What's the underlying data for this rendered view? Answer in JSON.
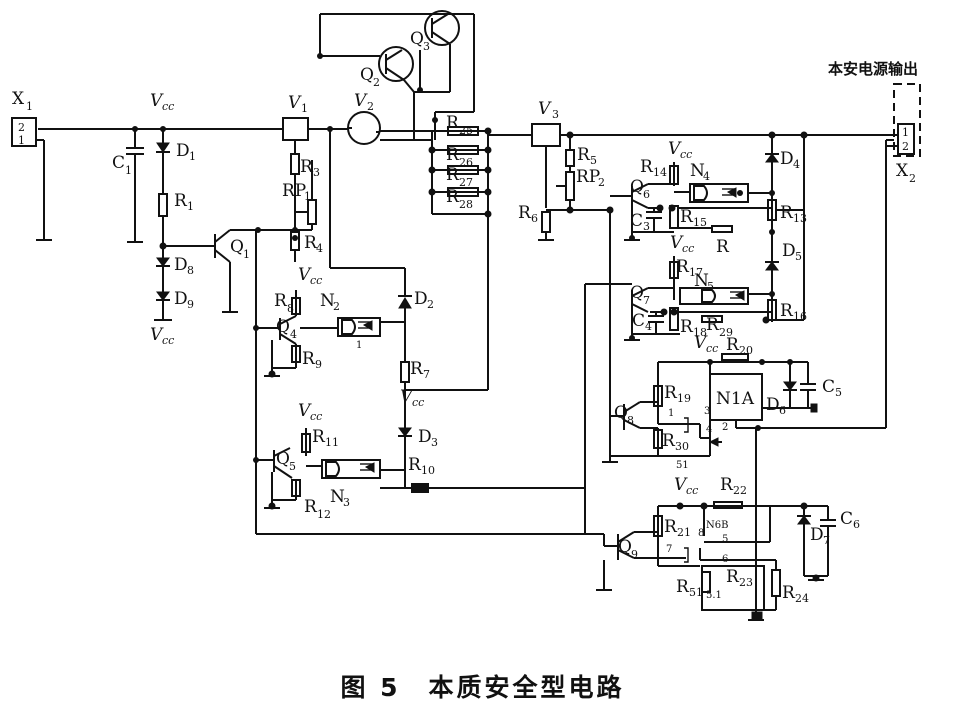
{
  "figure": {
    "caption_number": "图 5",
    "caption_title": "本质安全型电路",
    "output_label": "本安电源输出"
  },
  "labels": {
    "x1": "X",
    "x1_sub": "1",
    "x2": "X",
    "x2_sub": "2",
    "x1_pin_a": "2",
    "x1_pin_b": "1",
    "x2_pin_a": "1",
    "x2_pin_b": "2",
    "vcc": "V",
    "vcc_sub": "cc",
    "c1": "C",
    "c1_sub": "1",
    "d1": "D",
    "d1_sub": "1",
    "r1": "R",
    "r1_sub": "1",
    "d8": "D",
    "d8_sub": "8",
    "d9": "D",
    "d9_sub": "9",
    "q1": "Q",
    "q1_sub": "1",
    "v1": "V",
    "v1_sub": "1",
    "r3": "R",
    "r3_sub": "3",
    "rp1": "RP",
    "rp1_sub": "1",
    "r4": "R",
    "r4_sub": "4",
    "v2": "V",
    "v2_sub": "2",
    "q2": "Q",
    "q2_sub": "2",
    "q3": "Q",
    "q3_sub": "3",
    "r25": "R",
    "r25_sub": "25",
    "r26": "R",
    "r26_sub": "26",
    "r27": "R",
    "r27_sub": "27",
    "r28": "R",
    "r28_sub": "28",
    "d2": "D",
    "d2_sub": "2",
    "r8": "R",
    "r8_sub": "8",
    "n2": "N",
    "n2_sub": "2",
    "q4": "Q",
    "q4_sub": "4",
    "r9": "R",
    "r9_sub": "9",
    "r7": "R",
    "r7_sub": "7",
    "d3": "D",
    "d3_sub": "3",
    "r11": "R",
    "r11_sub": "11",
    "q5": "Q",
    "q5_sub": "5",
    "n3": "N",
    "n3_sub": "3",
    "r10": "R",
    "r10_sub": "10",
    "r12": "R",
    "r12_sub": "12",
    "v3": "V",
    "v3_sub": "3",
    "r5": "R",
    "r5_sub": "5",
    "rp2": "RP",
    "rp2_sub": "2",
    "r6": "R",
    "r6_sub": "6",
    "r14": "R",
    "r14_sub": "14",
    "n4": "N",
    "n4_sub": "4",
    "q6": "Q",
    "q6_sub": "6",
    "c3": "C",
    "c3_sub": "3",
    "r15": "R",
    "r15_sub": "15",
    "r_plain": "R",
    "d4": "D",
    "d4_sub": "4",
    "r13": "R",
    "r13_sub": "13",
    "d5": "D",
    "d5_sub": "5",
    "r17": "R",
    "r17_sub": "17",
    "n5": "N",
    "n5_sub": "5",
    "q7": "Q",
    "q7_sub": "7",
    "c4": "C",
    "c4_sub": "4",
    "r18": "R",
    "r18_sub": "18",
    "r29": "R",
    "r29_sub": "29",
    "r16": "R",
    "r16_sub": "16",
    "r20": "R",
    "r20_sub": "20",
    "c5": "C",
    "c5_sub": "5",
    "n1a": "N1A",
    "r19": "R",
    "r19_sub": "19",
    "d6": "D",
    "d6_sub": "6",
    "q8": "Q",
    "q8_sub": "8",
    "r30": "R",
    "r30_sub": "30",
    "val_51": "51",
    "pin_1": "1",
    "pin_2": "2",
    "pin_3": "3",
    "pin_4": "4",
    "pin_5": "5",
    "pin_6": "6",
    "pin_7": "7",
    "pin_8": "8",
    "r22": "R",
    "r22_sub": "22",
    "n6b": "N6B",
    "r21": "R",
    "r21_sub": "21",
    "d7": "D",
    "d7_sub": "7",
    "c6": "C",
    "c6_sub": "6",
    "q9": "Q",
    "q9_sub": "9",
    "r23": "R",
    "r23_sub": "23",
    "r51": "R",
    "r51_sub": "51",
    "val_51b": "5.1",
    "r24": "R",
    "r24_sub": "24"
  }
}
